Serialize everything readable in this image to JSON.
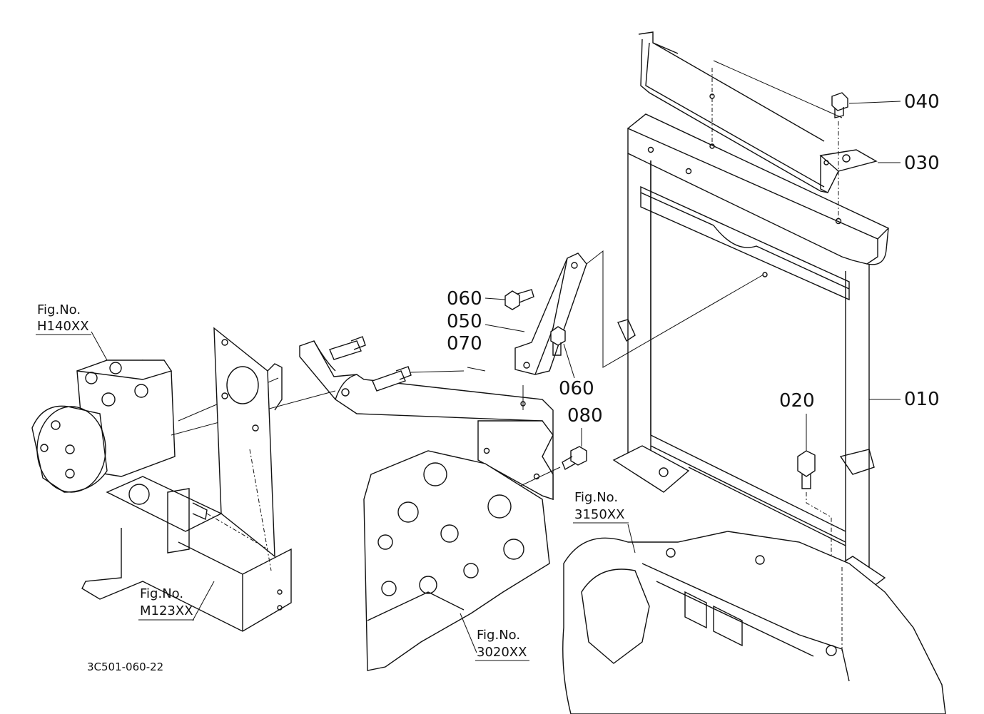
{
  "part_labels": {
    "p010": "010",
    "p020": "020",
    "p030": "030",
    "p040": "040",
    "p050": "050",
    "p060a": "060",
    "p060b": "060",
    "p070": "070",
    "p080": "080"
  },
  "figure_refs": {
    "h140": {
      "prefix": "Fig.No.",
      "number": "H140XX"
    },
    "m123": {
      "prefix": "Fig.No.",
      "number": "M123XX"
    },
    "f3020": {
      "prefix": "Fig.No.",
      "number": "3020XX"
    },
    "f3150": {
      "prefix": "Fig.No.",
      "number": "3150XX"
    }
  },
  "drawing_code": "3C501-060-22"
}
